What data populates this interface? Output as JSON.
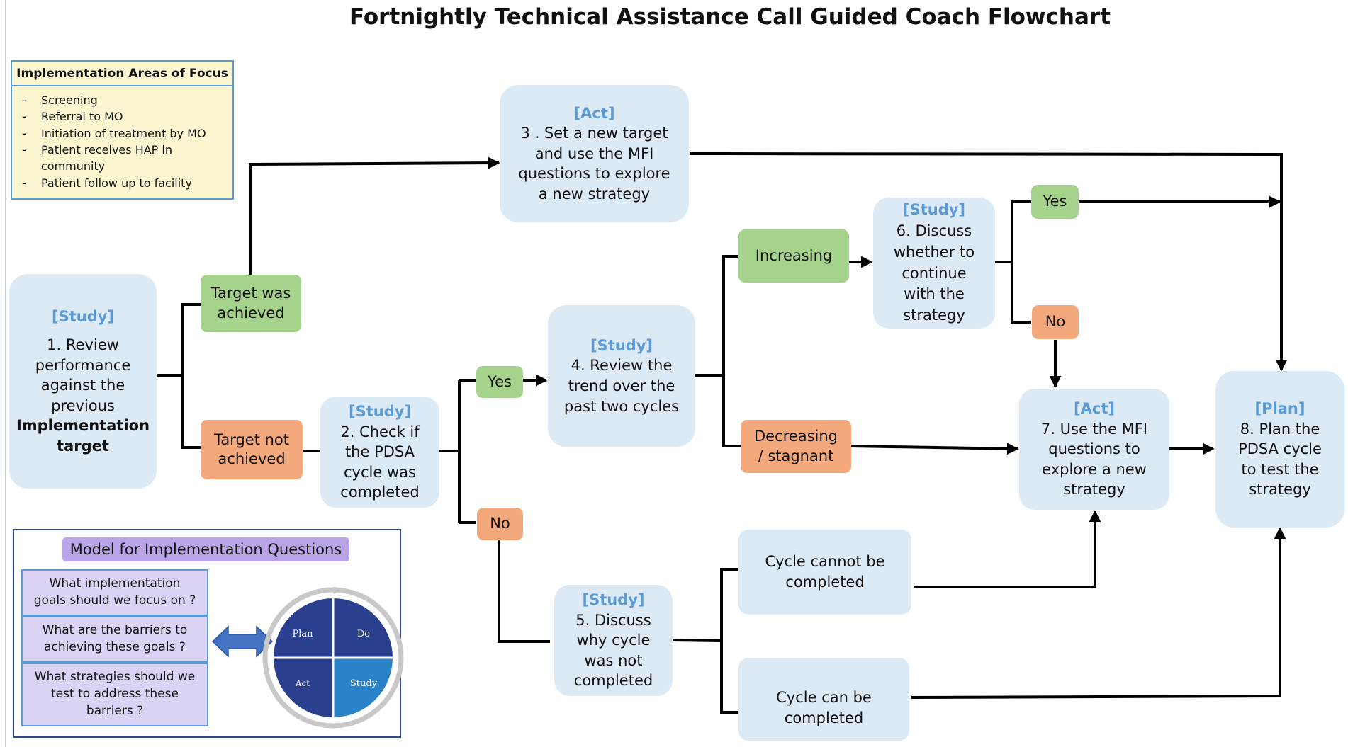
{
  "title": "Fortnightly Technical Assistance Call Guided Coach Flowchart",
  "focus_panel": {
    "title": "Implementation Areas of Focus",
    "items": [
      "Screening",
      "Referral to MO",
      "Initiation of treatment by MO",
      "Patient receives HAP in community",
      "Patient follow up to facility"
    ]
  },
  "nodes": {
    "review_performance": {
      "tag": "[Study]",
      "text": "1. Review\nperformance\nagainst the\nprevious",
      "bold_text": "Implementation\ntarget"
    },
    "target_achieved": {
      "text": "Target was\nachieved"
    },
    "target_not_achieved": {
      "text": "Target not\nachieved"
    },
    "check_pdsa": {
      "tag": "[Study]",
      "text": "2. Check if\nthe PDSA\ncycle was\ncompleted"
    },
    "set_new_target": {
      "tag": "[Act]",
      "text": "3 . Set a new target\nand use the MFI\nquestions to explore\na new strategy"
    },
    "yes_completed": {
      "text": "Yes"
    },
    "no_completed": {
      "text": "No"
    },
    "review_trend": {
      "tag": "[Study]",
      "text": "4. Review the\ntrend over the\npast two cycles"
    },
    "increasing": {
      "text": "Increasing"
    },
    "decreasing": {
      "text": "Decreasing\n/ stagnant"
    },
    "discuss_continue": {
      "tag": "[Study]",
      "text": "6. Discuss\nwhether to\ncontinue\nwith the\nstrategy"
    },
    "yes_continue": {
      "text": "Yes"
    },
    "no_continue": {
      "text": "No"
    },
    "use_mfi": {
      "tag": "[Act]",
      "text": "7. Use the  MFI\nquestions to\nexplore a new\nstrategy"
    },
    "plan_pdsa": {
      "tag": "[Plan]",
      "text": "8. Plan the\nPDSA cycle\nto test the\nstrategy"
    },
    "discuss_why": {
      "tag": "[Study]",
      "text": "5. Discuss\nwhy cycle\nwas not\ncompleted"
    },
    "cycle_cannot": {
      "text": "Cycle cannot be\ncompleted"
    },
    "cycle_can": {
      "text": "Cycle can be\ncompleted"
    }
  },
  "model_panel": {
    "title": "Model for Implementation Questions",
    "questions": [
      "What implementation\ngoals should we focus on ?",
      "What are the barriers to\nachieving these goals ?",
      "What strategies should we\ntest to address these\nbarriers ?"
    ],
    "pdsa_labels": {
      "plan": "Plan",
      "do": "Do",
      "study": "Study",
      "act": "Act"
    }
  },
  "colors": {
    "study_box": "#dceaf6",
    "tag_text": "#5a9bd5",
    "positive": "#a6d38c",
    "negative": "#f4a97d",
    "focus_bg": "#fbf6d0",
    "question_bg": "#dcd2f4",
    "model_title_bg": "#b9a4e8",
    "pdsa_dark": "#2b3f8f",
    "pdsa_light": "#2a82c8",
    "double_arrow": "#4573c4"
  }
}
